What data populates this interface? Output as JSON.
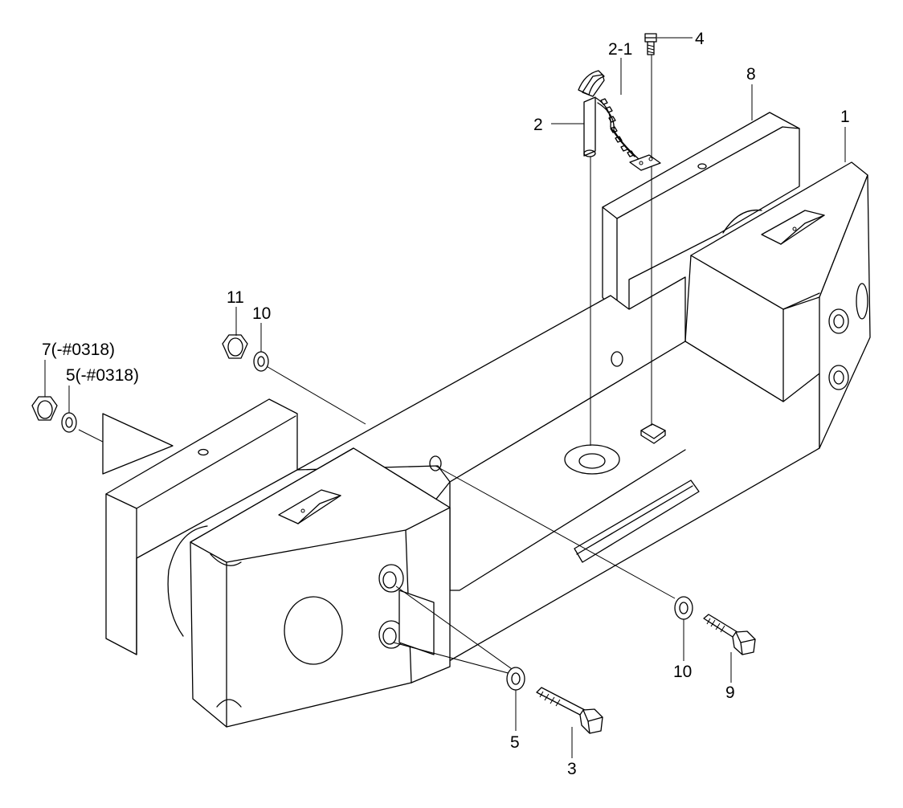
{
  "callouts": {
    "c1": "1",
    "c2": "2",
    "c2_1": "2-1",
    "c3": "3",
    "c4": "4",
    "c5": "5",
    "c5_note": "5(-#0318)",
    "c7_note": "7(-#0318)",
    "c8": "8",
    "c9": "9",
    "c10_upper": "10",
    "c10_lower": "10",
    "c11": "11"
  }
}
